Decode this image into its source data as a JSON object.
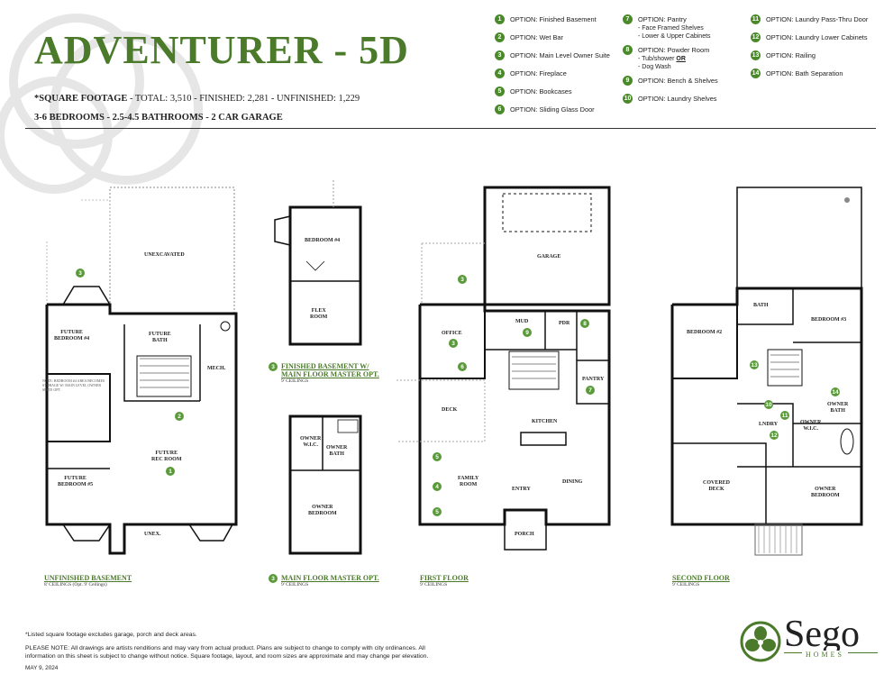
{
  "header": {
    "title": "ADVENTURER - 5D",
    "sqft_label": "*SQUARE FOOTAGE",
    "sqft_values": " - TOTAL: 3,510 - FINISHED: 2,281 - UNFINISHED: 1,229",
    "bed_bath": "3-6 BEDROOMS - 2.5-4.5 BATHROOMS - 2 CAR GARAGE"
  },
  "options": [
    {
      "num": "1",
      "label": "OPTION: Finished Basement"
    },
    {
      "num": "2",
      "label": "OPTION: Wet Bar"
    },
    {
      "num": "3",
      "label": "OPTION: Main Level Owner Suite"
    },
    {
      "num": "4",
      "label": "OPTION: Fireplace"
    },
    {
      "num": "5",
      "label": "OPTION: Bookcases"
    },
    {
      "num": "6",
      "label": "OPTION: Sliding Glass Door"
    },
    {
      "num": "7",
      "label": "OPTION: Pantry",
      "subs": [
        "- Face Framed Shelves",
        "- Lower & Upper Cabinets"
      ]
    },
    {
      "num": "8",
      "label": "OPTION: Powder Room",
      "subs": [
        "- Tub/shower",
        "OR",
        "- Dog Wash"
      ]
    },
    {
      "num": "9",
      "label": "OPTION: Bench & Shelves"
    },
    {
      "num": "10",
      "label": "OPTION: Laundry Shelves"
    },
    {
      "num": "11",
      "label": "OPTION: Laundry Pass-Thru Door"
    },
    {
      "num": "12",
      "label": "OPTION: Laundry Lower Cabinets"
    },
    {
      "num": "13",
      "label": "OPTION: Railing"
    },
    {
      "num": "14",
      "label": "OPTION: Bath Separation"
    }
  ],
  "plans": {
    "basement": {
      "title": "UNFINISHED BASEMENT",
      "sub": "8' CEILINGS (Opt. 9' Ceilings)"
    },
    "fin_basement": {
      "num": "3",
      "title": "FINISHED BASEMENT W/",
      "title2": "MAIN FLOOR MASTER OPT.",
      "sub": "9' CEILINGS"
    },
    "main_master": {
      "num": "3",
      "title": "MAIN FLOOR MASTER OPT.",
      "sub": "9' CEILINGS"
    },
    "first": {
      "title": "FIRST FLOOR",
      "sub": "9' CEILINGS"
    },
    "second": {
      "title": "SECOND FLOOR",
      "sub": "9' CEILINGS"
    }
  },
  "rooms": {
    "unexcavated": "UNEXCAVATED",
    "future_bed4": "FUTURE\nBEDROOM #4",
    "future_bath": "FUTURE\nBATH",
    "mech": "MECH.",
    "future_rec": "FUTURE\nREC ROOM",
    "future_bed5": "FUTURE\nBEDROOM #5",
    "unex": "UNEX.",
    "note": "NOTE: BEDROOM #4 AREA BECOMES\nSTORAGE W/ MAIN LEVEL OWNER\nSUITE OPT.",
    "bedroom4": "BEDROOM #4",
    "flex": "FLEX\nROOM",
    "owner_wic": "OWNER\nW.I.C.",
    "owner_bath": "OWNER\nBATH",
    "owner_bedroom": "OWNER\nBEDROOM",
    "garage": "GARAGE",
    "office": "OFFICE",
    "mud": "MUD",
    "pdr": "PDR",
    "pantry": "PANTRY",
    "deck": "DECK",
    "kitchen": "KITCHEN",
    "family": "FAMILY\nROOM",
    "entry": "ENTRY",
    "dining": "DINING",
    "porch": "PORCH",
    "bath": "BATH",
    "bedroom2": "BEDROOM #2",
    "bedroom3": "BEDROOM #3",
    "lndry": "LNDRY",
    "owner_wic2": "OWNER\nW.I.C.",
    "owner_bath2": "OWNER\nBATH",
    "covered_deck": "COVERED\nDECK",
    "owner_bedroom2": "OWNER\nBEDROOM"
  },
  "footer": {
    "note1": "*Listed square footage excludes garage, porch and deck areas.",
    "note2": "PLEASE NOTE: All drawings are artists renditions and may vary from actual product. Plans are subject to change to comply with city ordinances. All",
    "note3": "information on this sheet is subject to change without notice. Square footage, layout, and room sizes are approximate and may change per elevation.",
    "date": "MAY 9, 2024"
  },
  "logo": {
    "brand": "Sego",
    "sub": "HOMES"
  },
  "colors": {
    "accent": "#4a7a2a",
    "badge": "#5a9a3a"
  }
}
